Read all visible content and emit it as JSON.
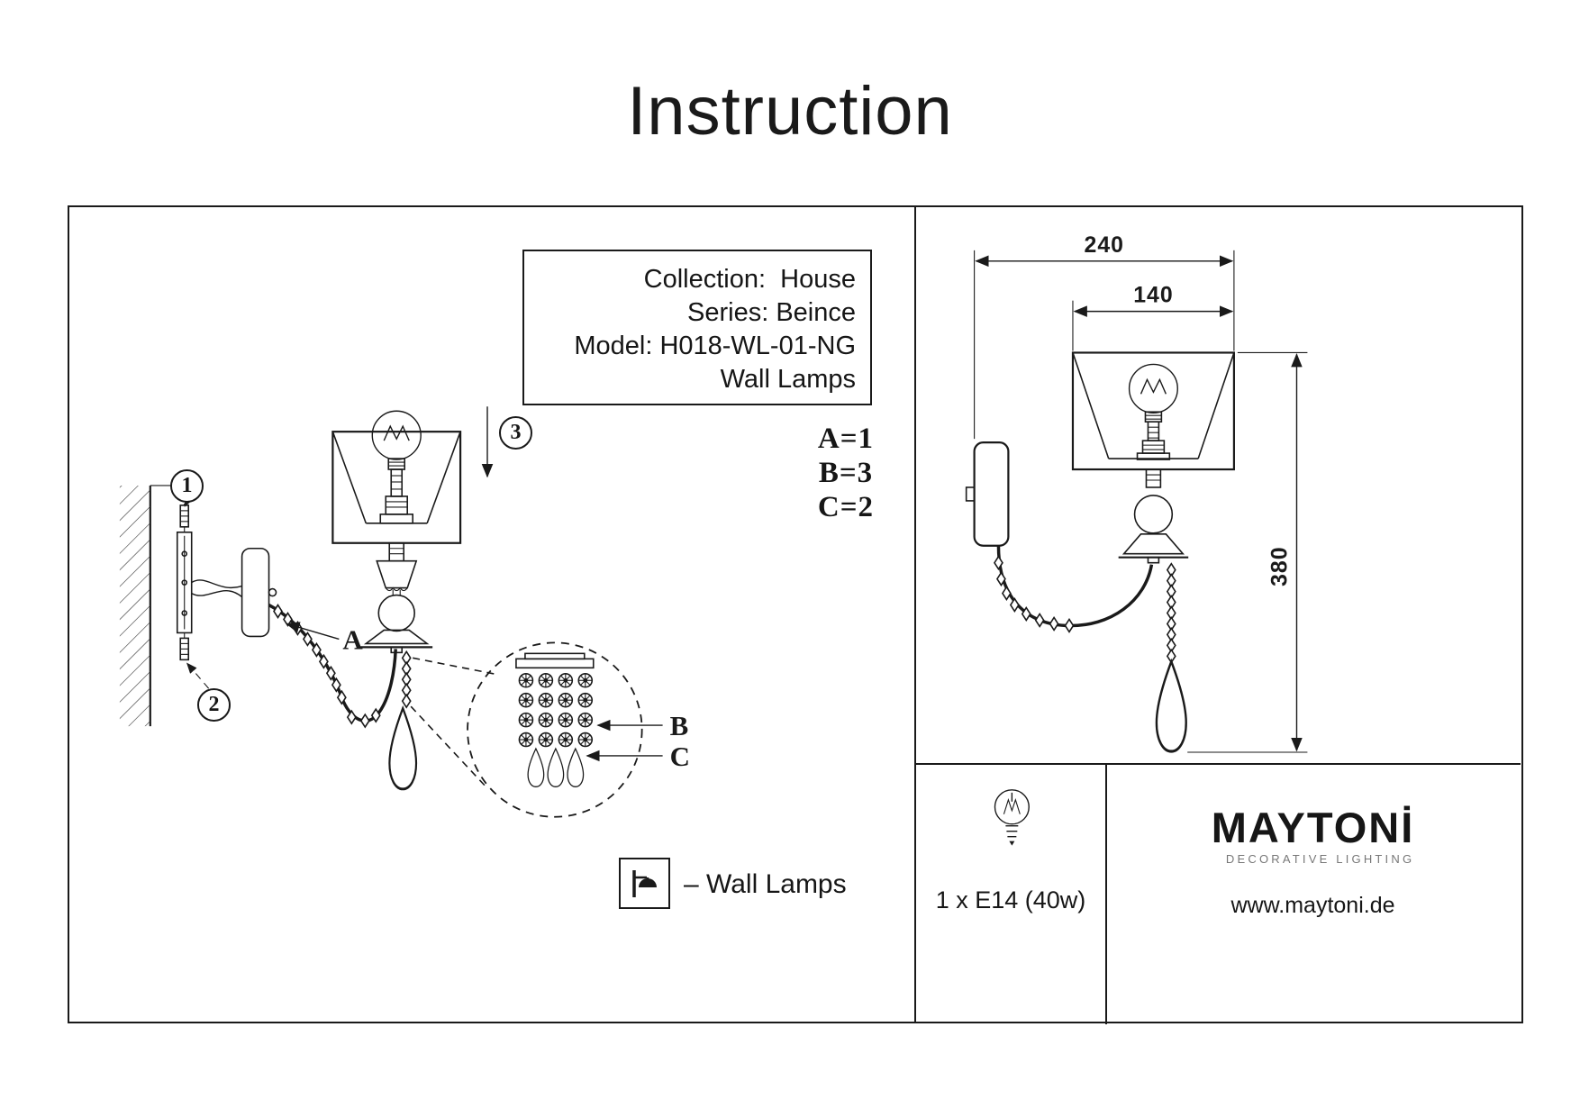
{
  "title": "Instruction",
  "info_box": {
    "line1": "Collection:  House",
    "line2": "Series: Beince",
    "line3": "Model: H018-WL-01-NG",
    "line4": "Wall Lamps"
  },
  "quantities": {
    "a": "A=1",
    "b": "B=3",
    "c": "C=2"
  },
  "steps": {
    "one": "1",
    "two": "2",
    "three": "3"
  },
  "part_labels": {
    "a": "A",
    "b": "B",
    "c": "C"
  },
  "legend": {
    "wall_lamps": "– Wall Lamps"
  },
  "dimensions": {
    "overall_width": "240",
    "shade_width": "140",
    "height": "380"
  },
  "spec": {
    "lamp": "1 x E14 (40w)"
  },
  "brand": {
    "name": "MAYTONİ",
    "tagline": "DECORATIVE LIGHTING",
    "website": "www.maytoni.de"
  }
}
